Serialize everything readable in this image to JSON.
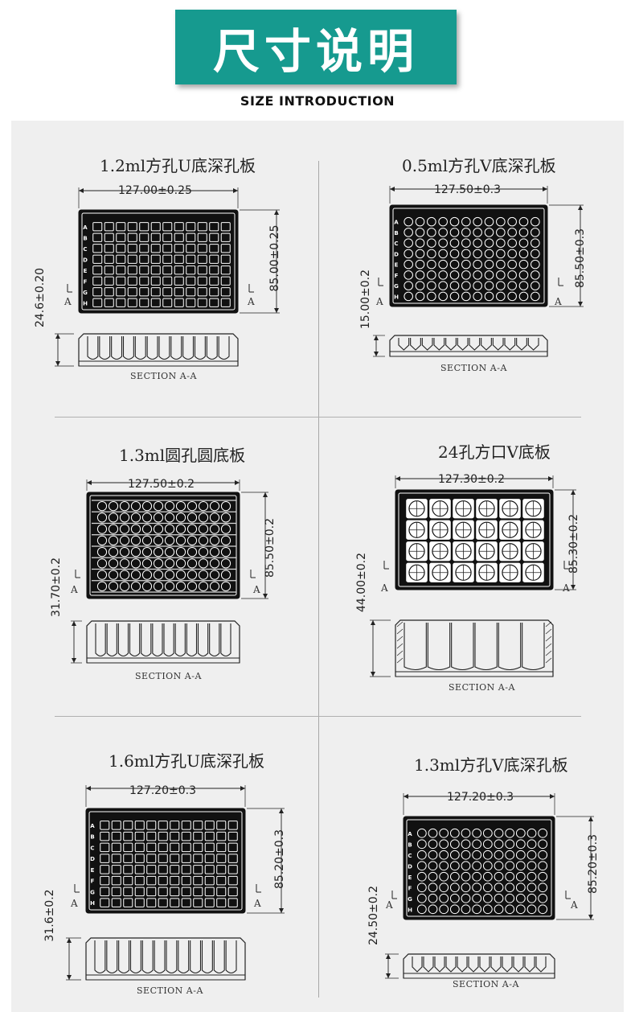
{
  "header": {
    "title": "尺寸说明",
    "subtitle": "SIZE INTRODUCTION"
  },
  "section_label": "SECTION A-A",
  "section_mark": "A",
  "colors": {
    "banner": "#169a8f",
    "sheet": "#efefef",
    "plate": "#111111"
  },
  "panels": [
    {
      "title": "1.2ml方孔U底深孔板",
      "width_dim": "127.00±0.25",
      "height_dim": "85.00±0.25",
      "section_height_dim": "24.6±0.20",
      "layout": "96-square",
      "rows": [
        "A",
        "B",
        "C",
        "D",
        "E",
        "F",
        "G",
        "H"
      ]
    },
    {
      "title": "0.5ml方孔V底深孔板",
      "width_dim": "127.50±0.3",
      "height_dim": "85.50±0.3",
      "section_height_dim": "15.00±0.2",
      "layout": "96-round",
      "rows": [
        "A",
        "B",
        "C",
        "D",
        "E",
        "F",
        "G",
        "H"
      ]
    },
    {
      "title": "1.3ml圆孔圆底板",
      "width_dim": "127.50±0.2",
      "height_dim": "85.50±0.2",
      "section_height_dim": "31.70±0.2",
      "layout": "96-round-grid",
      "rows": []
    },
    {
      "title": "24孔方口V底板",
      "width_dim": "127.30±0.2",
      "height_dim": "85.30±0.2",
      "section_height_dim": "44.00±0.2",
      "layout": "24-well",
      "rows": []
    },
    {
      "title": "1.6ml方孔U底深孔板",
      "width_dim": "127.20±0.3",
      "height_dim": "85.20±0.3",
      "section_height_dim": "31.6±0.2",
      "layout": "96-square",
      "rows": [
        "A",
        "B",
        "C",
        "D",
        "E",
        "F",
        "G",
        "H"
      ]
    },
    {
      "title": "1.3ml方孔V底深孔板",
      "width_dim": "127.20±0.3",
      "height_dim": "85.20±0.3",
      "section_height_dim": "24.50±0.2",
      "layout": "96-round",
      "rows": [
        "A",
        "B",
        "C",
        "D",
        "E",
        "F",
        "G",
        "H"
      ]
    }
  ]
}
